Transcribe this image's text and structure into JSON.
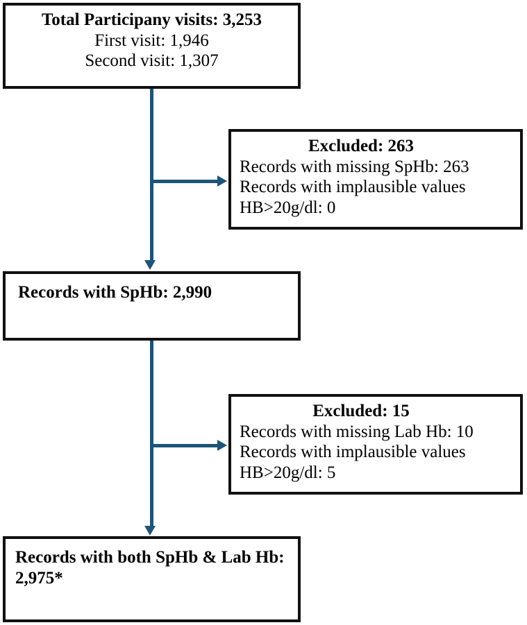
{
  "diagram": {
    "type": "flowchart",
    "title": "Participant visit record inclusion flow",
    "accent_color": "#1d5478",
    "border_color": "#111111",
    "background_color": "#ffffff"
  },
  "nodes": {
    "total_visits": {
      "lines": [
        "Total Participany visits: 3,253",
        "First visit: 1,946",
        "Second visit: 1,307"
      ]
    },
    "excluded_1": {
      "title": "Excluded: 263",
      "lines": [
        "Records with missing SpHb: 263",
        "Records with implausible values",
        "HB>20g/dl: 0"
      ]
    },
    "records_sphb": {
      "lines": [
        "Records with SpHb: 2,990"
      ]
    },
    "excluded_2": {
      "title": "Excluded: 15",
      "lines": [
        "Records with missing Lab Hb: 10",
        "Records with implausible values",
        "HB>20g/dl: 5"
      ]
    },
    "records_both": {
      "lines": [
        "Records with both SpHb & Lab Hb:",
        "2,975*"
      ]
    }
  }
}
